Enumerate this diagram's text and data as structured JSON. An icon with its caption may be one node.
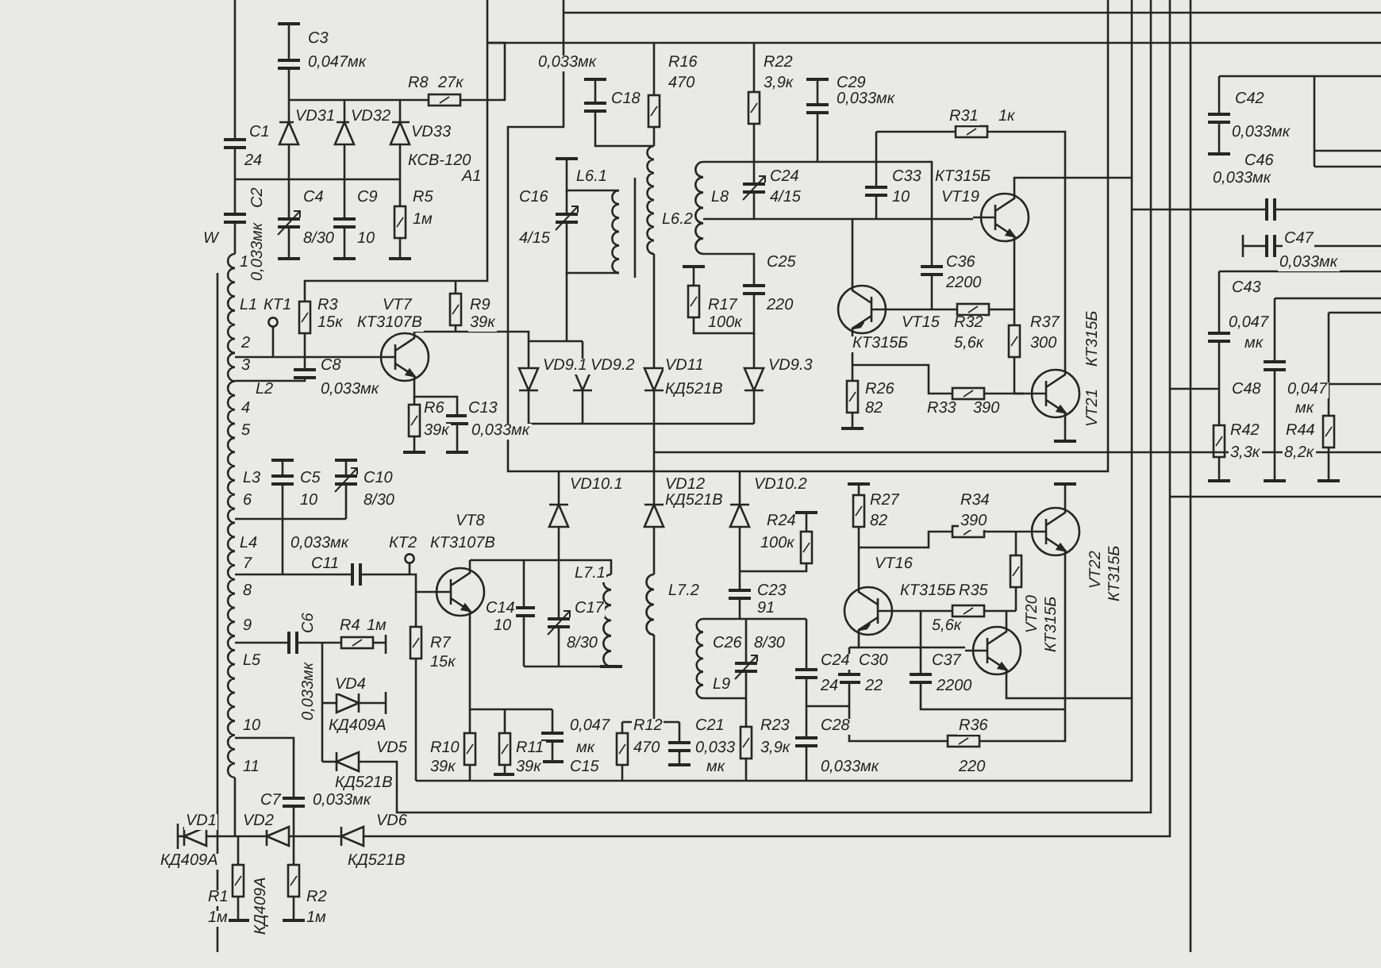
{
  "diagram": {
    "labels": [
      "C3",
      "0,047мк",
      "0,033мк",
      "R16",
      "R22",
      "R8",
      "27к",
      "470",
      "3,9к",
      "C29",
      "C18",
      "0,033мк",
      "C42",
      "VD31",
      "VD32",
      "R31",
      "1к",
      "C1",
      "VD33",
      "0,033мк",
      "24",
      "КСВ-120",
      "C46",
      "А1",
      "L6.1",
      "C24",
      "C33",
      "КТ315Б",
      "0,033мк",
      "C2",
      "C4",
      "C9",
      "R5",
      "C16",
      "L8",
      "4/15",
      "10",
      "VT19",
      "0,033мк",
      "1м",
      "L6.2",
      "W",
      "8/30",
      "10",
      "4/15",
      "C47",
      "1",
      "C25",
      "C36",
      "0,033мк",
      "2200",
      "C43",
      "L1",
      "КТ1",
      "R3",
      "VT7",
      "R9",
      "R17",
      "220",
      "15к",
      "КТ3107В",
      "39к",
      "100к",
      "VT15",
      "R32",
      "R37",
      "КТ315Б",
      "0,047",
      "2",
      "КТ315Б",
      "5,6к",
      "300",
      "мк",
      "3",
      "C8",
      "VD9.1",
      "VD9.2",
      "VD11",
      "VD9.3",
      "L2",
      "0,033мк",
      "КД521В",
      "R26",
      "VT21",
      "C48",
      "0,047",
      "4",
      "R6",
      "C13",
      "82",
      "R33",
      "390",
      "мк",
      "5",
      "39к",
      "0,033мк",
      "R42",
      "R44",
      "3,3к",
      "8,2к",
      "L3",
      "C5",
      "C10",
      "VD10.1",
      "VD12",
      "VD10.2",
      "6",
      "10",
      "8/30",
      "КД521В",
      "R27",
      "R34",
      "VT8",
      "R24",
      "82",
      "390",
      "L4",
      "0,033мк",
      "КТ2",
      "КТ3107В",
      "100к",
      "7",
      "C11",
      "L7.1",
      "VT16",
      "VT22",
      "КТ315Б",
      "8",
      "L7.2",
      "C23",
      "КТ315Б",
      "R35",
      "C14",
      "C17",
      "91",
      "VT20",
      "КТ315Б",
      "9",
      "C6",
      "R4",
      "1м",
      "10",
      "5,6к",
      "R7",
      "8/30",
      "C26",
      "8/30",
      "L5",
      "0,033мк",
      "15к",
      "C24",
      "C30",
      "C37",
      "VD4",
      "L9",
      "24",
      "22",
      "2200",
      "10",
      "КД409А",
      "0,047",
      "R12",
      "C21",
      "R23",
      "C28",
      "R36",
      "VD5",
      "R10",
      "R11",
      "мк",
      "470",
      "0,033",
      "3,9к",
      "11",
      "39к",
      "39к",
      "C15",
      "мк",
      "0,033мк",
      "220",
      "КД521В",
      "C7",
      "0,033мк",
      "VD1",
      "VD2",
      "VD6",
      "КД409А",
      "КД521В",
      "R1",
      "КД409А",
      "R2",
      "1м",
      "1м"
    ]
  }
}
